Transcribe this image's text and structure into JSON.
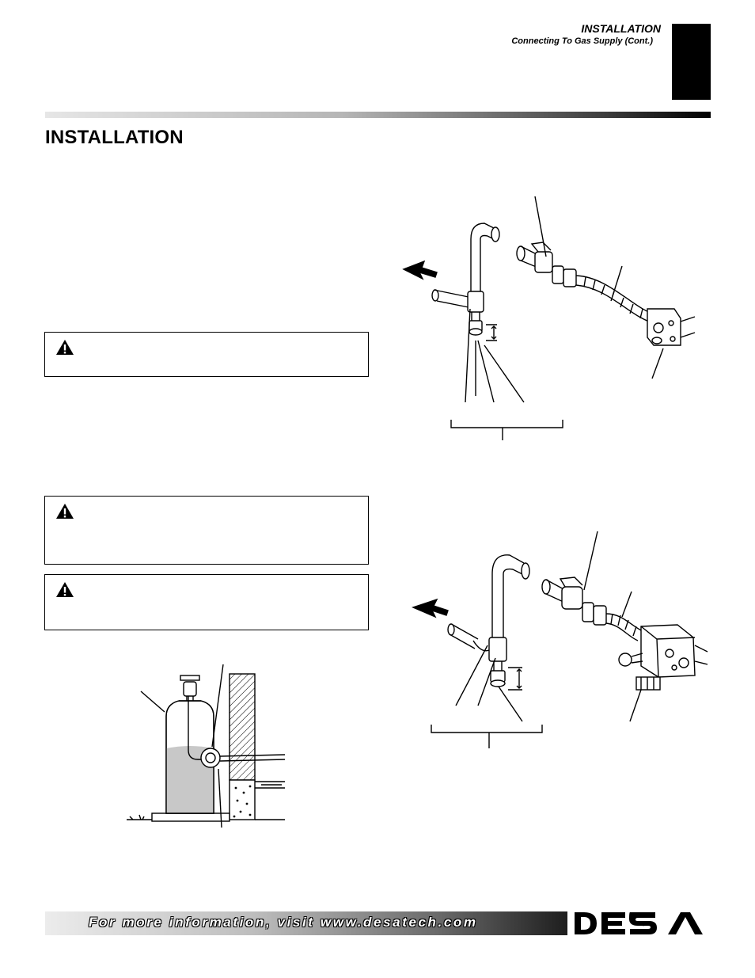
{
  "header": {
    "section_title": "INSTALLATION",
    "subtitle": "Connecting To Gas Supply (Cont.)"
  },
  "page": {
    "title": "INSTALLATION"
  },
  "warnings": [
    {
      "icon": "warning-triangle-icon"
    },
    {
      "icon": "warning-triangle-icon"
    },
    {
      "icon": "warning-triangle-icon"
    }
  ],
  "footer": {
    "text": "For more information, visit www.desatech.com",
    "logo_text": "DESA"
  },
  "colors": {
    "ink": "#000000",
    "tank_fill": "#c8c8c8",
    "footer_dark": "#1e1e1e",
    "footer_light": "#ececec"
  }
}
